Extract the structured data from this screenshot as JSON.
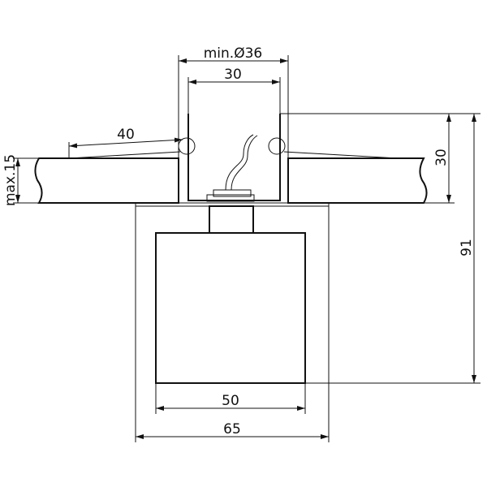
{
  "dimensions": {
    "min_diameter": "min.Ø36",
    "inner_width": "30",
    "tilt_span": "40",
    "ceiling_thickness": "max.15",
    "recess_depth": "30",
    "total_height": "91",
    "cube_width": "50",
    "flange_width": "65"
  },
  "colors": {
    "line": "#111111",
    "background": "#ffffff"
  }
}
